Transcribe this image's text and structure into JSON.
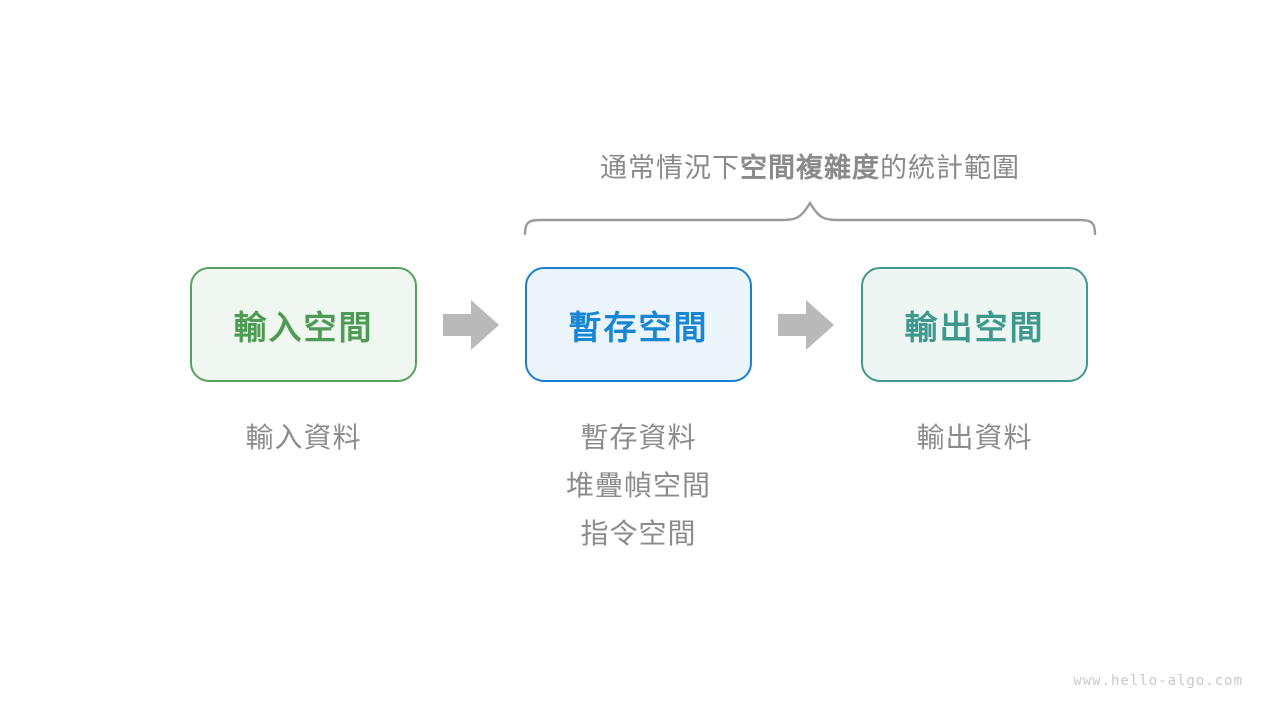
{
  "title": {
    "prefix": "通常情況下",
    "bold": "空間複雜度",
    "suffix": "的統計範圍"
  },
  "boxes": [
    {
      "label": "輸入空間",
      "border_color": "#57a05d",
      "fill_color": "#f0f7f0",
      "text_color": "#4d9b54",
      "notes": [
        "輸入資料"
      ]
    },
    {
      "label": "暫存空間",
      "border_color": "#1a80d0",
      "fill_color": "#ebf4fb",
      "text_color": "#1787d4",
      "notes": [
        "暫存資料",
        "堆疊幀空間",
        "指令空間"
      ]
    },
    {
      "label": "輸出空間",
      "border_color": "#41988c",
      "fill_color": "#eef6f4",
      "text_color": "#3d988d",
      "notes": [
        "輸出資料"
      ]
    }
  ],
  "colors": {
    "title_text": "#8a8a8a",
    "note_text": "#8c8c8c",
    "arrow": "#b9b9b9",
    "brace": "#9a9a9a",
    "watermark": "#c8c8c8"
  },
  "watermark": "www.hello-algo.com"
}
